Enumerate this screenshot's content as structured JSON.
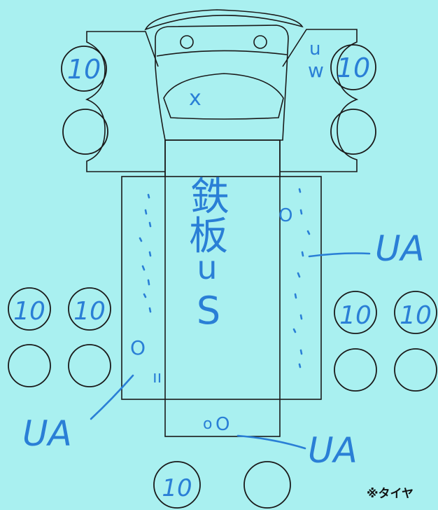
{
  "colors": {
    "background": "#a9f0f0",
    "outline": "#1a1a1a",
    "handwriting": "#2a7fd6"
  },
  "tires": {
    "front_left_top": "10",
    "front_right_top": "10",
    "middle_left_outer": "10",
    "middle_left_inner": "10",
    "middle_right_inner": "10",
    "middle_right_outer": "10",
    "rear_left": "10"
  },
  "annotations": {
    "cab_mark": "x",
    "front_right_note_1": "u",
    "front_right_note_2": "w",
    "center_label_1": "鉄",
    "center_label_2": "板",
    "center_label_3": "u",
    "center_label_4": "S",
    "ua_right": "UA",
    "ua_left": "UA",
    "ua_bottom": "UA",
    "left_mark_o": "O",
    "left_mark_ii": "ıı",
    "right_mark_o": "O",
    "bottom_mark_o1": "o",
    "bottom_mark_o2": "O"
  },
  "footnote": "※タイヤ"
}
